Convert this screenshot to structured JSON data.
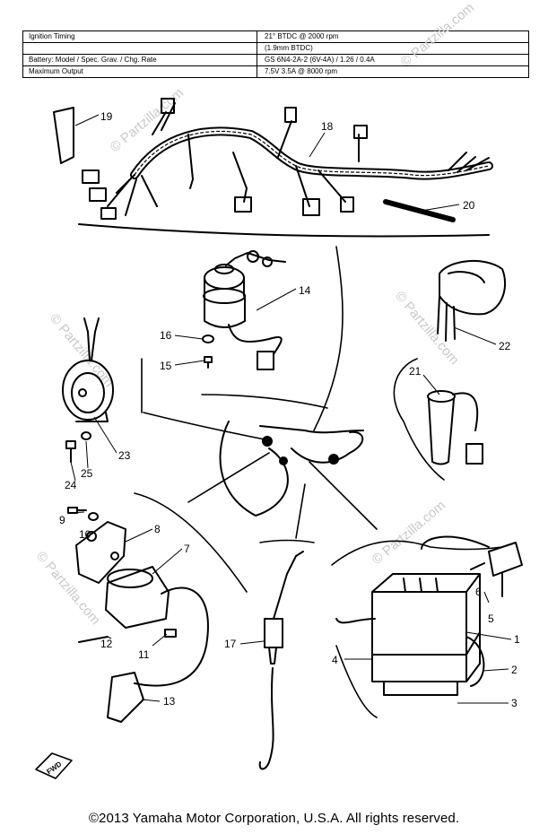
{
  "specs": [
    {
      "label": "Ignition Timing",
      "value": "21° BTDC @ 2000 rpm"
    },
    {
      "label": "",
      "value": "(1.9mm BTDC)"
    },
    {
      "label": "Battery: Model / Spec. Grav. / Chg. Rate",
      "value": "GS 6N4-2A-2 (6V-4A) / 1.26 / 0.4A"
    },
    {
      "label": "Maximum Output",
      "value": "7.5V 3.5A @ 8000 rpm"
    }
  ],
  "callouts": {
    "c1": "1",
    "c2": "2",
    "c3": "3",
    "c4": "4",
    "c5": "5",
    "c6": "6",
    "c7": "7",
    "c8": "8",
    "c9": "9",
    "c10": "10",
    "c11": "11",
    "c12": "12",
    "c13": "13",
    "c14": "14",
    "c15": "15",
    "c16": "16",
    "c17": "17",
    "c18": "18",
    "c19": "19",
    "c20": "20",
    "c21": "21",
    "c22": "22",
    "c23": "23",
    "c24": "24",
    "c25": "25"
  },
  "fwd_label": "FWD",
  "watermark": "© Partzilla.com",
  "copyright": "©2013  Yamaha Motor Corporation, U.S.A. All rights reserved.",
  "colors": {
    "ink": "#000000",
    "background": "#ffffff",
    "watermark": "#c8c8c8"
  }
}
